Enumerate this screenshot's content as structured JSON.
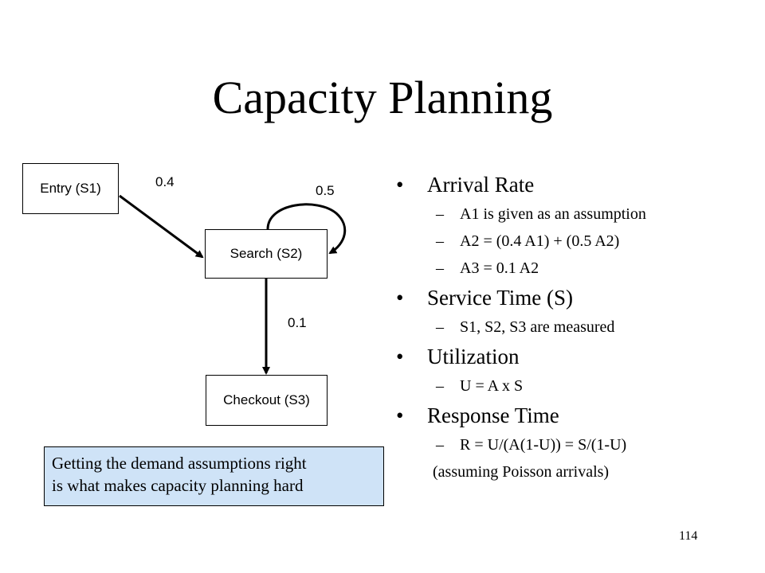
{
  "slide": {
    "title": "Capacity Planning",
    "page_number": "114"
  },
  "diagram": {
    "nodes": [
      {
        "id": "s1",
        "label": "Entry (S1)"
      },
      {
        "id": "s2",
        "label": "Search (S2)"
      },
      {
        "id": "s3",
        "label": "Checkout (S3)"
      }
    ],
    "edges": [
      {
        "from": "s1",
        "to": "s2",
        "label": "0.4"
      },
      {
        "from": "s2",
        "to": "s2",
        "label": "0.5"
      },
      {
        "from": "s2",
        "to": "s3",
        "label": "0.1"
      }
    ]
  },
  "callout": {
    "line1": "Getting the demand assumptions right",
    "line2": "is what makes capacity planning hard",
    "fill_color": "#cfe3f7"
  },
  "bullets": [
    {
      "text": "Arrival Rate",
      "subs": [
        "A1 is given as an assumption",
        "A2 = (0.4 A1) + (0.5 A2)",
        "A3 = 0.1 A2"
      ]
    },
    {
      "text": "Service Time (S)",
      "subs": [
        "S1, S2, S3 are measured"
      ]
    },
    {
      "text": "Utilization",
      "subs": [
        "U = A x S"
      ]
    },
    {
      "text": "Response Time",
      "subs": [
        "R = U/(A(1-U)) = S/(1-U)"
      ],
      "note": "(assuming Poisson arrivals)"
    }
  ],
  "markers": {
    "bullet": "•",
    "dash": "–"
  }
}
